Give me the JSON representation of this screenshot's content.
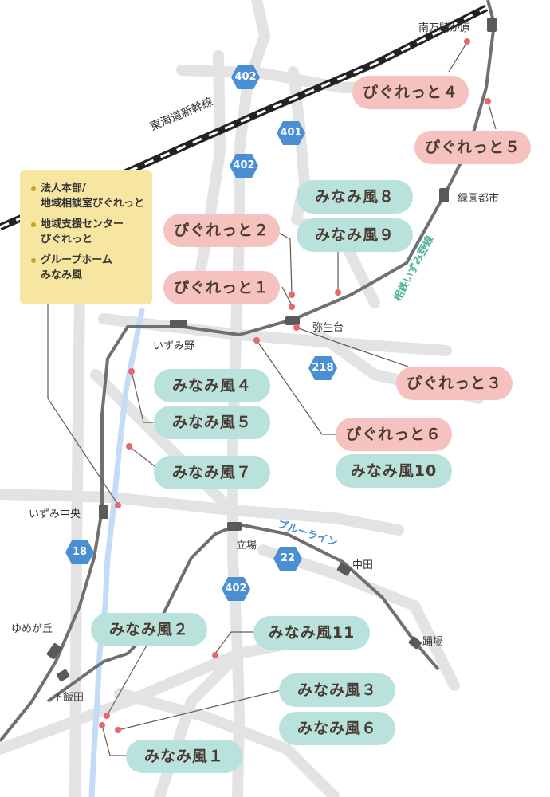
{
  "legend": {
    "items": [
      "法人本部/\n地域相談室ぴぐれっと",
      "地域支援センター\nぴぐれっと",
      "グループホーム\nみなみ風"
    ]
  },
  "places": {
    "pigu4": "ぴぐれっと４",
    "pigu5": "ぴぐれっと５",
    "pigu2": "ぴぐれっと２",
    "pigu1": "ぴぐれっと１",
    "pigu3": "ぴぐれっと３",
    "pigu6": "ぴぐれっと６",
    "mina8": "みなみ風８",
    "mina9": "みなみ風９",
    "mina4": "みなみ風４",
    "mina5": "みなみ風５",
    "mina7": "みなみ風７",
    "mina10": "みなみ風10",
    "mina2": "みなみ風２",
    "mina11": "みなみ風11",
    "mina3": "みなみ風３",
    "mina6": "みなみ風６",
    "mina1": "みなみ風１"
  },
  "stations": {
    "minamimakigahara": "南万騎が原",
    "ryokuentoshi": "緑園都市",
    "yayoidai": "弥生台",
    "izumino": "いずみ野",
    "izumichuo": "いずみ中央",
    "tateba": "立場",
    "nakada": "中田",
    "odoriba": "踊場",
    "yumegaoka": "ゆめが丘",
    "shimoiida": "下飯田"
  },
  "railways": {
    "shinkansen": "東海道新幹線",
    "sotetsu": "相鉄いずみ野線",
    "blueline": "ブルーライン"
  },
  "routes": {
    "r402a": "402",
    "r401": "401",
    "r402b": "402",
    "r218": "218",
    "r18": "18",
    "r22": "22",
    "r402c": "402"
  },
  "colors": {
    "pink_place": "#f5c2bf",
    "teal_place": "#b9e2dd",
    "legend_bg": "#f7e6a1",
    "marker_dot": "#e8676b",
    "route_shield": "#4a8fd4",
    "sotetsu_label": "#4bb39a",
    "blueline_label": "#4a8fd4",
    "river": "#c5dcf8",
    "road": "#e3e3e3",
    "rail": "#707070"
  }
}
